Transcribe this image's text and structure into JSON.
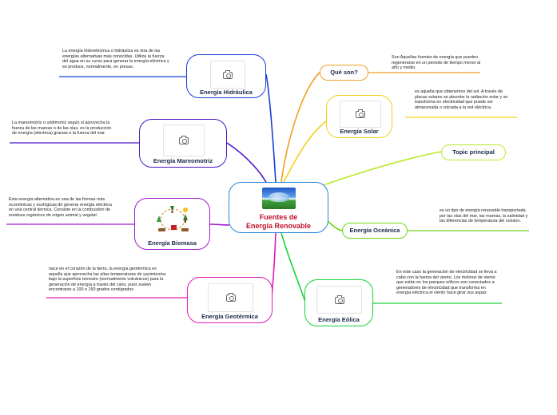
{
  "central": {
    "title_line1": "Fuentes de",
    "title_line2": "Energía Renovable",
    "image_icon": "earth-landscape-image"
  },
  "nodes": {
    "hidraulica": {
      "label": "Energía Hidráulica",
      "color": "#1a3fd6",
      "note": "La energía hidroeléctrica o hidráulica es otra de las energías alternativas más conocidas. Utiliza la fuerza del agua en su curso para generar la energía eléctrica y se produce, normalmente, en presas."
    },
    "mareomotriz": {
      "label": "Energía Mareomotriz",
      "color": "#4a14c8",
      "note": "La mareomotriz o undimotriz según si aprovecha la fuerza de las mareas o de las olas, es la producción de energía (eléctrica) gracias a la fuerza del mar."
    },
    "biomasa": {
      "label": "Energía Biomasa",
      "color": "#a21bd0",
      "note": "Esta energía alternativa es una de las formas más económicas y ecológicas de generar energía eléctrica en una central térmica. Consiste en la combustión de residuos orgánicos de origen animal y vegetal."
    },
    "geotermica": {
      "label": "Energía Geotérmica",
      "color": "#e01ab8",
      "note": "nace en el corazón de la tierra, la energía geotérmica es aquella que aprovecha las altas temperaturas de yacimientos bajo la superficie terrestre (normalmente volcánicos) para la generación de energía a través del calor, pues suelen encontrarse a 100 o 150 grados centígrados"
    },
    "que_son": {
      "label": "Qué son?",
      "color": "#f0a020",
      "note": "Son Aquellas fuentes de energía que pueden regenerarse en un periodo de tiempo menor al año y medio."
    },
    "solar": {
      "label": "Energía Solar",
      "color": "#f2d21a",
      "note": "es aquella que obtenemos del sol. A través de placas solares se absorbe la radiación solar y se transforma en electricidad que puede ser almacenada o volcada a la red eléctrica."
    },
    "topic": {
      "label": "Topic principal",
      "color": "#b8ea2a"
    },
    "oceanica": {
      "label": "Energía Oceánica",
      "color": "#6ad81a",
      "note": "es un tipo de energía renovable transportada por las olas del mar, las mareas, la salinidad y las diferencias de temperatura del océano."
    },
    "eolica": {
      "label": "Energía Eólica",
      "color": "#19d23a",
      "note": "En este caso la generación de electricidad se lleva a cabo con la fuerza del viento. Los molinos de viento que están en los parques eólicos son conectados a generadores de electricidad que transforma en energía eléctrica el viento hace girar sus aspas"
    }
  },
  "icons": {
    "thumb": "camera-icon",
    "biomass": "biomass-cycle-image"
  },
  "center_color": "#2a86d8"
}
